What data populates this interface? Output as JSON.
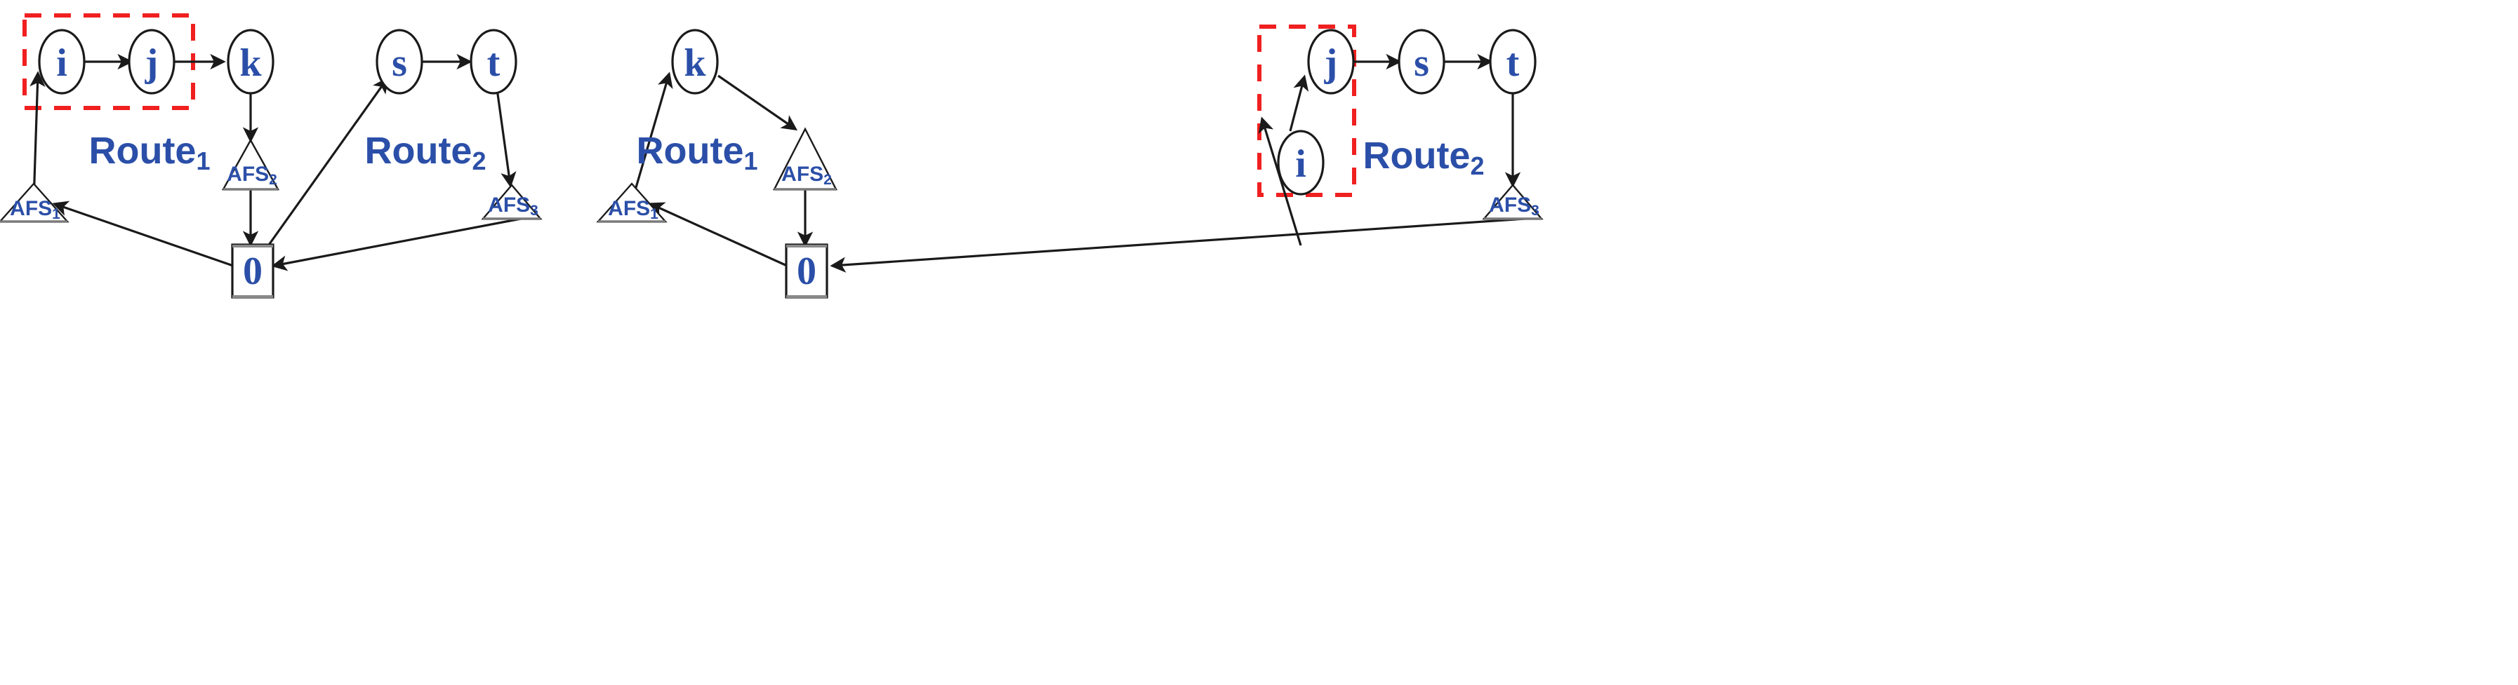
{
  "figure": {
    "background": "#ffffff",
    "node_color": "#2b4fa8",
    "highlight_color": "#f02020",
    "edge_color": "#1a1a1a"
  },
  "panels": [
    {
      "id": "left",
      "route_labels": [
        {
          "text": "Route",
          "sub": "1"
        },
        {
          "text": "Route",
          "sub": "2"
        }
      ],
      "depot": {
        "label": "0"
      },
      "stations": [
        {
          "label": "AFS",
          "sub": "1"
        },
        {
          "label": "AFS",
          "sub": "2"
        },
        {
          "label": "AFS",
          "sub": "3"
        }
      ],
      "customers": [
        {
          "label": "i"
        },
        {
          "label": "j"
        },
        {
          "label": "k"
        },
        {
          "label": "s"
        },
        {
          "label": "t"
        }
      ],
      "highlighted": [
        "i",
        "j"
      ],
      "route_1_sequence": [
        "AFS1",
        "i",
        "j",
        "k",
        "AFS2",
        "0"
      ],
      "route_2_sequence": [
        "0",
        "s",
        "t",
        "AFS3",
        "0"
      ]
    },
    {
      "id": "right",
      "route_labels": [
        {
          "text": "Route",
          "sub": "1"
        },
        {
          "text": "Route",
          "sub": "2"
        }
      ],
      "depot": {
        "label": "0"
      },
      "stations": [
        {
          "label": "AFS",
          "sub": "1"
        },
        {
          "label": "AFS",
          "sub": "2"
        },
        {
          "label": "AFS",
          "sub": "3"
        }
      ],
      "customers": [
        {
          "label": "k"
        },
        {
          "label": "i"
        },
        {
          "label": "j"
        },
        {
          "label": "s"
        },
        {
          "label": "t"
        }
      ],
      "highlighted": [
        "i",
        "j"
      ],
      "route_1_sequence": [
        "AFS1",
        "k",
        "AFS2",
        "0"
      ],
      "route_2_sequence": [
        "0",
        "i",
        "j",
        "s",
        "t",
        "AFS3",
        "0"
      ]
    }
  ],
  "labels": {
    "L_i": "i",
    "L_j": "j",
    "L_k": "k",
    "L_s": "s",
    "L_t": "t",
    "L_depot": "0",
    "L_afs": "AFS",
    "S_1": "1",
    "S_2": "2",
    "S_3": "3",
    "L_route": "Route"
  }
}
